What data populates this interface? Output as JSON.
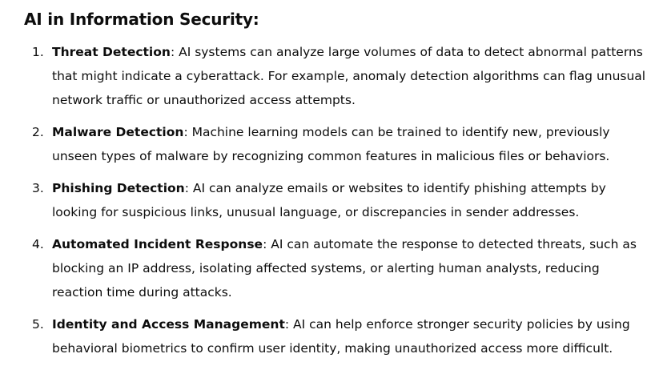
{
  "heading": "AI in Information Security:",
  "items": [
    {
      "number": "1.",
      "term": "Threat Detection",
      "text": ": AI systems can analyze large volumes of data to detect abnormal patterns that might indicate a cyberattack. For example, anomaly detection algorithms can flag unusual network traffic or unauthorized access attempts."
    },
    {
      "number": "2.",
      "term": "Malware Detection",
      "text": ": Machine learning models can be trained to identify new, previously unseen types of malware by recognizing common features in malicious files or behaviors."
    },
    {
      "number": "3.",
      "term": "Phishing Detection",
      "text": ": AI can analyze emails or websites to identify phishing attempts by looking for suspicious links, unusual language, or discrepancies in sender addresses."
    },
    {
      "number": "4.",
      "term": "Automated Incident Response",
      "text": ": AI can automate the response to detected threats, such as blocking an IP address, isolating affected systems, or alerting human analysts, reducing reaction time during attacks."
    },
    {
      "number": "5.",
      "term": "Identity and Access Management",
      "text": ": AI can help enforce stronger security policies by using behavioral biometrics to confirm user identity, making unauthorized access more difficult."
    }
  ]
}
